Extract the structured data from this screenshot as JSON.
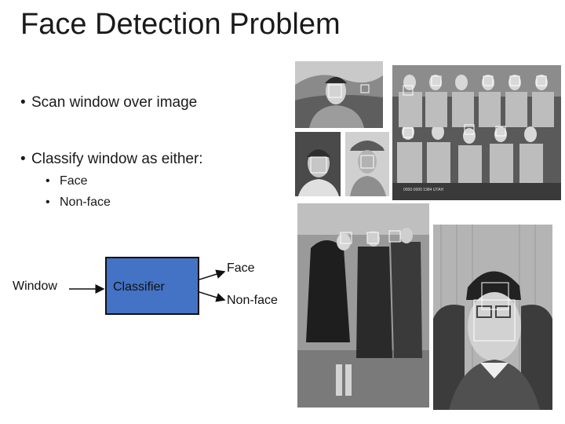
{
  "slide": {
    "title": "Face Detection Problem",
    "bullets": [
      {
        "text": "Scan window over image"
      },
      {
        "text": "Classify window as either:"
      }
    ],
    "sub_bullets": [
      "Face",
      "Non-face"
    ],
    "bullet_glyph": "•"
  },
  "diagram": {
    "input_label": "Window",
    "box_label": "Classifier",
    "output_top": "Face",
    "output_bottom": "Non-face",
    "box_color": "#4472c4"
  },
  "photos": {
    "team_caption": "0000-0000 1984 UTAH"
  }
}
